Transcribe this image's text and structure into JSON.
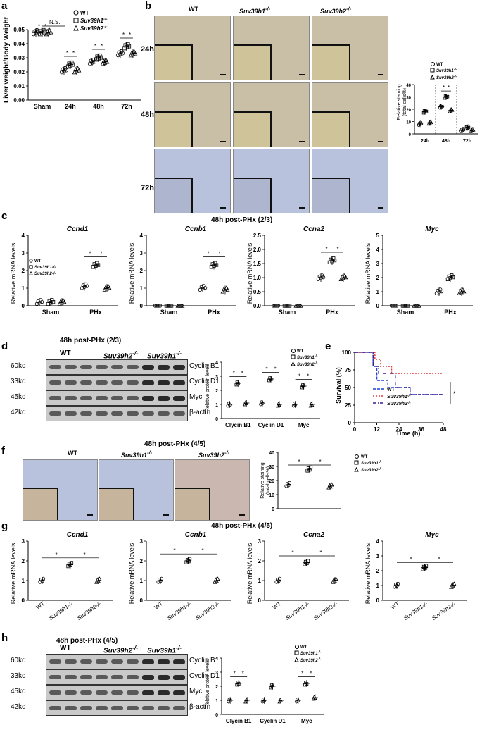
{
  "panels": {
    "a": "a",
    "b": "b",
    "c": "c",
    "d": "d",
    "e": "e",
    "f": "f",
    "g": "g",
    "h": "h"
  },
  "legend": {
    "wt": "WT",
    "suv39h1": "Suv39h1",
    "suv39h2": "Suv39h2",
    "ko_suffix": "-/-"
  },
  "panel_a": {
    "ylabel": "Liver weight/Body Weight",
    "ns": "N.S.",
    "star": "*"
  },
  "panel_b": {
    "col_wt": "WT",
    "col_h1": "Suv39h1",
    "col_h2": "Suv39h2",
    "rows": [
      "24h",
      "48h",
      "72h"
    ],
    "ylabel1": "Relative staining",
    "ylabel2": "(total cells%)"
  },
  "panel_c": {
    "title": "48h post-PHx (2/3)",
    "ylabel": "Relative mRNA levels",
    "xcats": [
      "Sham",
      "PHx"
    ]
  },
  "panel_d": {
    "title": "48h post-PHx (2/3)",
    "cols": [
      "WT",
      "Suv39h2",
      "Suv39h1"
    ],
    "kd": [
      "60kd",
      "33kd",
      "45kd",
      "42kd"
    ],
    "proteins": [
      "Cyclin B1",
      "Cyclin D1",
      "Myc",
      "β-actin"
    ],
    "ylabel": "Relative protein levels",
    "xcats": [
      "Clycin B1",
      "Cyclin D1",
      "Myc"
    ]
  },
  "panel_e": {
    "ylabel": "Survival (%)",
    "xlabel": "Time (h)",
    "star": "*"
  },
  "panel_f": {
    "title": "48h post-PHx (4/5)",
    "cols": [
      "WT",
      "Suv39h1",
      "Suv39h2"
    ],
    "ylabel1": "Relative staining",
    "ylabel2": "(total cells%)"
  },
  "panel_g": {
    "title": "48h post-PHx (4/5)",
    "ylabel": "Relative mRNA levels",
    "xcats": [
      "WT",
      "Suv39h1",
      "Suv39h2"
    ]
  },
  "panel_h": {
    "title": "48h post-PHx (4/5)",
    "cols": [
      "WT",
      "Suv39h2",
      "Suv39h1"
    ],
    "kd": [
      "60kd",
      "33kd",
      "45kd",
      "42kd"
    ],
    "proteins": [
      "Cyclin B1",
      "Cyclin D1",
      "Myc",
      "β-actin"
    ],
    "ylabel": "Relative protein levels",
    "xcats": [
      "Clycin B1",
      "Cyclin D1",
      "Myc"
    ]
  },
  "colors": {
    "ihc_blue": "#b8c2dc",
    "ihc_brown": "#c9bfa6",
    "km_wt": "#1f3fd6",
    "km_h1": "#e23a3a",
    "km_h2": "#3a1f8c"
  },
  "chart_data": [
    {
      "id": "a",
      "type": "scatter",
      "ylabel": "Liver weight/Body Weight",
      "categories": [
        "Sham",
        "24h",
        "48h",
        "72h"
      ],
      "ylim": [
        0,
        0.05
      ],
      "yticks": [
        "0.00",
        "0.01",
        "0.02",
        "0.03",
        "0.04",
        "0.05"
      ],
      "series": [
        {
          "name": "WT",
          "means": [
            0.048,
            0.021,
            0.027,
            0.033
          ]
        },
        {
          "name": "Suv39h1-/-",
          "means": [
            0.048,
            0.025,
            0.03,
            0.038
          ]
        },
        {
          "name": "Suv39h2-/-",
          "means": [
            0.048,
            0.021,
            0.027,
            0.033
          ]
        }
      ]
    },
    {
      "id": "b",
      "type": "scatter",
      "categories": [
        "24h",
        "48h",
        "72h"
      ],
      "ylim": [
        0,
        40
      ],
      "yticks": [
        "0",
        "10",
        "20",
        "30",
        "40"
      ],
      "series": [
        {
          "name": "WT",
          "means": [
            8,
            22,
            3
          ]
        },
        {
          "name": "Suv39h1-/-",
          "means": [
            18,
            30,
            5
          ]
        },
        {
          "name": "Suv39h2-/-",
          "means": [
            9,
            19,
            3
          ]
        }
      ]
    },
    {
      "id": "c1",
      "type": "scatter",
      "gene": "Ccnd1",
      "categories": [
        "Sham",
        "PHx"
      ],
      "ylim": [
        0,
        4
      ],
      "yticks": [
        "0",
        "1",
        "2",
        "3",
        "4"
      ],
      "series": [
        {
          "name": "WT",
          "means": [
            0.2,
            1.1
          ]
        },
        {
          "name": "Suv39h1-/-",
          "means": [
            0.2,
            2.3
          ]
        },
        {
          "name": "Suv39h2-/-",
          "means": [
            0.2,
            1.0
          ]
        }
      ]
    },
    {
      "id": "c2",
      "type": "scatter",
      "gene": "Ccnb1",
      "categories": [
        "Sham",
        "PHx"
      ],
      "ylim": [
        0,
        4
      ],
      "yticks": [
        "0",
        "1",
        "2",
        "3",
        "4"
      ],
      "series": [
        {
          "name": "WT",
          "means": [
            0.0,
            1.0
          ]
        },
        {
          "name": "Suv39h1-/-",
          "means": [
            0.0,
            2.3
          ]
        },
        {
          "name": "Suv39h2-/-",
          "means": [
            0.0,
            0.9
          ]
        }
      ]
    },
    {
      "id": "c3",
      "type": "scatter",
      "gene": "Ccna2",
      "categories": [
        "Sham",
        "PHx"
      ],
      "ylim": [
        0,
        2.5
      ],
      "yticks": [
        "0.0",
        "0.5",
        "1.0",
        "1.5",
        "2.0",
        "2.5"
      ],
      "series": [
        {
          "name": "WT",
          "means": [
            0.0,
            1.0
          ]
        },
        {
          "name": "Suv39h1-/-",
          "means": [
            0.0,
            1.6
          ]
        },
        {
          "name": "Suv39h2-/-",
          "means": [
            0.0,
            1.0
          ]
        }
      ]
    },
    {
      "id": "c4",
      "type": "scatter",
      "gene": "Myc",
      "categories": [
        "Sham",
        "PHx"
      ],
      "ylim": [
        0,
        5
      ],
      "yticks": [
        "0",
        "1",
        "2",
        "3",
        "4",
        "5"
      ],
      "series": [
        {
          "name": "WT",
          "means": [
            0.0,
            1.0
          ]
        },
        {
          "name": "Suv39h1-/-",
          "means": [
            0.0,
            2.0
          ]
        },
        {
          "name": "Suv39h2-/-",
          "means": [
            0.0,
            1.0
          ]
        }
      ]
    },
    {
      "id": "d",
      "type": "scatter",
      "categories": [
        "Clycin B1",
        "Cyclin D1",
        "Myc"
      ],
      "ylim": [
        0,
        4
      ],
      "yticks": [
        "0",
        "1",
        "2",
        "3",
        "4"
      ],
      "series": [
        {
          "name": "WT",
          "means": [
            1.0,
            1.1,
            1.0
          ]
        },
        {
          "name": "Suv39h1-/-",
          "means": [
            2.5,
            2.8,
            2.3
          ]
        },
        {
          "name": "Suv39h2-/-",
          "means": [
            1.1,
            1.0,
            1.0
          ]
        }
      ]
    },
    {
      "id": "e",
      "type": "line",
      "ylabel": "Survival (%)",
      "xlabel": "Time (h)",
      "xlim": [
        0,
        48
      ],
      "ylim": [
        0,
        100
      ],
      "xticks": [
        "0",
        "12",
        "24",
        "36",
        "48"
      ],
      "yticks": [
        "0",
        "25",
        "50",
        "75",
        "100"
      ],
      "series": [
        {
          "name": "WT",
          "x": [
            0,
            8,
            10,
            12,
            18,
            24,
            30,
            48
          ],
          "y": [
            100,
            100,
            80,
            60,
            50,
            50,
            40,
            40
          ]
        },
        {
          "name": "Suv39h1-/-",
          "x": [
            0,
            9,
            11,
            14,
            20,
            48
          ],
          "y": [
            100,
            100,
            90,
            80,
            70,
            70
          ]
        },
        {
          "name": "Suv39h2-/-",
          "x": [
            0,
            8,
            10,
            13,
            22,
            30,
            48
          ],
          "y": [
            100,
            100,
            80,
            70,
            50,
            40,
            40
          ]
        }
      ]
    },
    {
      "id": "f",
      "type": "scatter",
      "categories": [
        "WT",
        "Suv39h1-/-",
        "Suv39h2-/-"
      ],
      "ylim": [
        0,
        40
      ],
      "yticks": [
        "0",
        "10",
        "20",
        "30",
        "40"
      ],
      "series": [
        {
          "name": "staining",
          "means": [
            17,
            28,
            16
          ]
        }
      ]
    },
    {
      "id": "g1",
      "type": "scatter",
      "gene": "Ccnd1",
      "categories": [
        "WT",
        "Suv39h1-/-",
        "Suv39h2-/-"
      ],
      "ylim": [
        0,
        3
      ],
      "yticks": [
        "0",
        "1",
        "2",
        "3"
      ],
      "series": [
        {
          "name": "mRNA",
          "means": [
            1.0,
            1.8,
            1.0
          ]
        }
      ]
    },
    {
      "id": "g2",
      "type": "scatter",
      "gene": "Ccnb1",
      "categories": [
        "WT",
        "Suv39h1-/-",
        "Suv39h2-/-"
      ],
      "ylim": [
        0,
        3
      ],
      "yticks": [
        "0",
        "1",
        "2",
        "3"
      ],
      "series": [
        {
          "name": "mRNA",
          "means": [
            1.0,
            2.0,
            1.0
          ]
        }
      ]
    },
    {
      "id": "g3",
      "type": "scatter",
      "gene": "Ccna2",
      "categories": [
        "WT",
        "Suv39h1-/-",
        "Suv39h2-/-"
      ],
      "ylim": [
        0,
        3
      ],
      "yticks": [
        "0",
        "1",
        "2",
        "3"
      ],
      "series": [
        {
          "name": "mRNA",
          "means": [
            1.0,
            1.9,
            1.0
          ]
        }
      ]
    },
    {
      "id": "g4",
      "type": "scatter",
      "gene": "Myc",
      "categories": [
        "WT",
        "Suv39h1-/-",
        "Suv39h2-/-"
      ],
      "ylim": [
        0,
        4
      ],
      "yticks": [
        "0",
        "1",
        "2",
        "3",
        "4"
      ],
      "series": [
        {
          "name": "mRNA",
          "means": [
            1.0,
            2.2,
            1.0
          ]
        }
      ]
    },
    {
      "id": "h",
      "type": "scatter",
      "categories": [
        "Clycin B1",
        "Cyclin D1",
        "Myc"
      ],
      "ylim": [
        0,
        4
      ],
      "yticks": [
        "0",
        "1",
        "2",
        "3",
        "4"
      ],
      "series": [
        {
          "name": "WT",
          "means": [
            1.0,
            1.0,
            1.0
          ]
        },
        {
          "name": "Suv39h1-/-",
          "means": [
            2.2,
            2.0,
            2.2
          ]
        },
        {
          "name": "Suv39h2-/-",
          "means": [
            1.0,
            1.0,
            1.2
          ]
        }
      ]
    }
  ]
}
